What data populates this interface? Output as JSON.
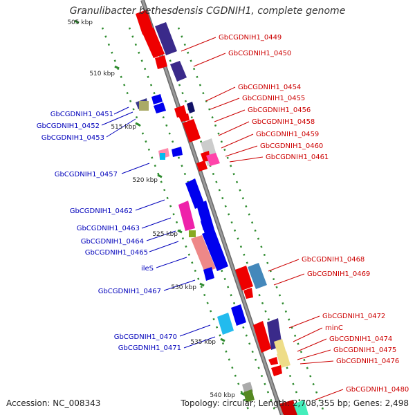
{
  "title": "Granulibacter bethesdensis CGDNIH1, complete genome",
  "accession": "Accession: NC_008343",
  "summary": "Topology: circular; Length: 2,708,355 bp; Genes: 2,498",
  "colors": {
    "forward_label": "#cc0000",
    "reverse_label": "#0000bb",
    "backbone": "#8a8a8a",
    "tick_dots": "#2e8b2e"
  },
  "ticks": [
    "505 kbp",
    "510 kbp",
    "515 kbp",
    "520 kbp",
    "525 kbp",
    "530 kbp",
    "535 kbp",
    "540 kbp"
  ],
  "reverse_labels": [
    "GbCGDNIH1_0451",
    "GbCGDNIH1_0452",
    "GbCGDNIH1_0453",
    "GbCGDNIH1_0457",
    "GbCGDNIH1_0462",
    "GbCGDNIH1_0463",
    "GbCGDNIH1_0464",
    "GbCGDNIH1_0465",
    "ileS",
    "GbCGDNIH1_0467",
    "GbCGDNIH1_0470",
    "GbCGDNIH1_0471"
  ],
  "forward_labels": [
    "GbCGDNIH1_0449",
    "GbCGDNIH1_0450",
    "GbCGDNIH1_0454",
    "GbCGDNIH1_0455",
    "GbCGDNIH1_0456",
    "GbCGDNIH1_0458",
    "GbCGDNIH1_0459",
    "GbCGDNIH1_0460",
    "GbCGDNIH1_0461",
    "GbCGDNIH1_0468",
    "GbCGDNIH1_0469",
    "GbCGDNIH1_0472",
    "minC",
    "GbCGDNIH1_0474",
    "GbCGDNIH1_0475",
    "GbCGDNIH1_0476",
    "GbCGDNIH1_0480"
  ]
}
